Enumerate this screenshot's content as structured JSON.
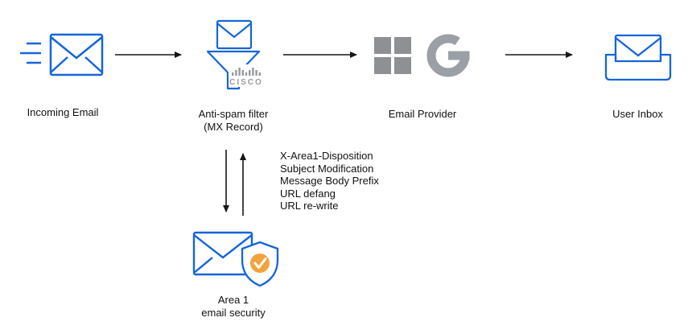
{
  "diagram": {
    "colors": {
      "envelope_blue": "#1565D8",
      "logo_gray": "#97999B",
      "ms_gray": "#8E9093",
      "g_gray": "#9AA0A6",
      "arrow_black": "#161616",
      "check_orange": "#F2A33C"
    },
    "nodes": {
      "incoming_email": {
        "label": "Incoming Email"
      },
      "antispam_filter": {
        "label_line1": "Anti-spam filter",
        "label_line2": "(MX Record)",
        "logo_text": "CISCO"
      },
      "email_provider": {
        "label": "Email Provider"
      },
      "user_inbox": {
        "label": "User Inbox"
      },
      "area1": {
        "label_line1": "Area 1",
        "label_line2": "email security"
      }
    },
    "modifications": [
      "X-Area1-Disposition",
      "Subject Modification",
      "Message Body Prefix",
      "URL defang",
      "URL re-write"
    ]
  }
}
